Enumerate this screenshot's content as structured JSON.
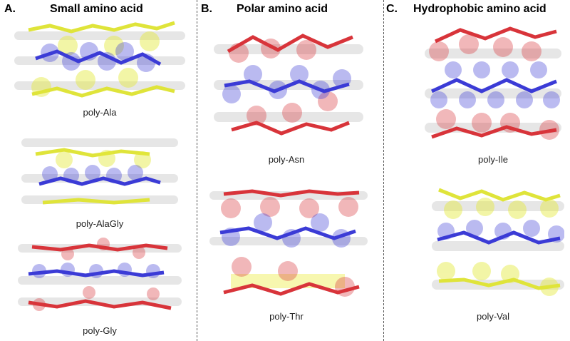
{
  "panels": [
    {
      "letter": "A.",
      "title": "Small amino acid",
      "structures": [
        "poly-Ala",
        "poly-AlaGly",
        "poly-Gly"
      ]
    },
    {
      "letter": "B.",
      "title": "Polar amino acid",
      "structures": [
        "poly-Asn",
        "poly-Thr"
      ]
    },
    {
      "letter": "C.",
      "title": "Hydrophobic amino acid",
      "structures": [
        "poly-Ile",
        "poly-Val"
      ]
    }
  ],
  "colors": {
    "backbone": "#3b3bd6",
    "yellow": "#e4e93c",
    "red": "#d8343a",
    "sheet": "#d9d9d9"
  }
}
